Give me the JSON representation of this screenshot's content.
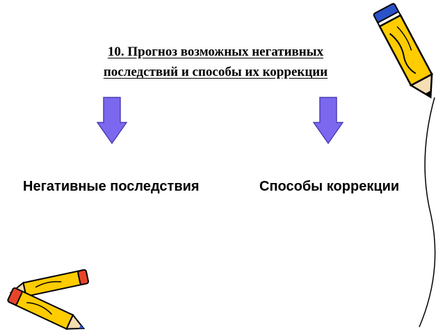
{
  "title": {
    "line1": "10. Прогноз возможных негативных",
    "line2": "последствий и способы их коррекции"
  },
  "labels": {
    "left": "Негативные последствия",
    "right": "Способы коррекции"
  },
  "colors": {
    "arrow_fill": "#7b68ee",
    "arrow_stroke": "#4b3fb5",
    "pencil_yellow": "#ffcc00",
    "pencil_red": "#e8442a",
    "pencil_green": "#2e9e3e",
    "pencil_blue": "#2a52c9",
    "outline": "#000000"
  },
  "icons": {
    "arrows": "down-arrow-icon",
    "decor_right": "pencil-icon",
    "decor_left": "pencils-icon"
  }
}
